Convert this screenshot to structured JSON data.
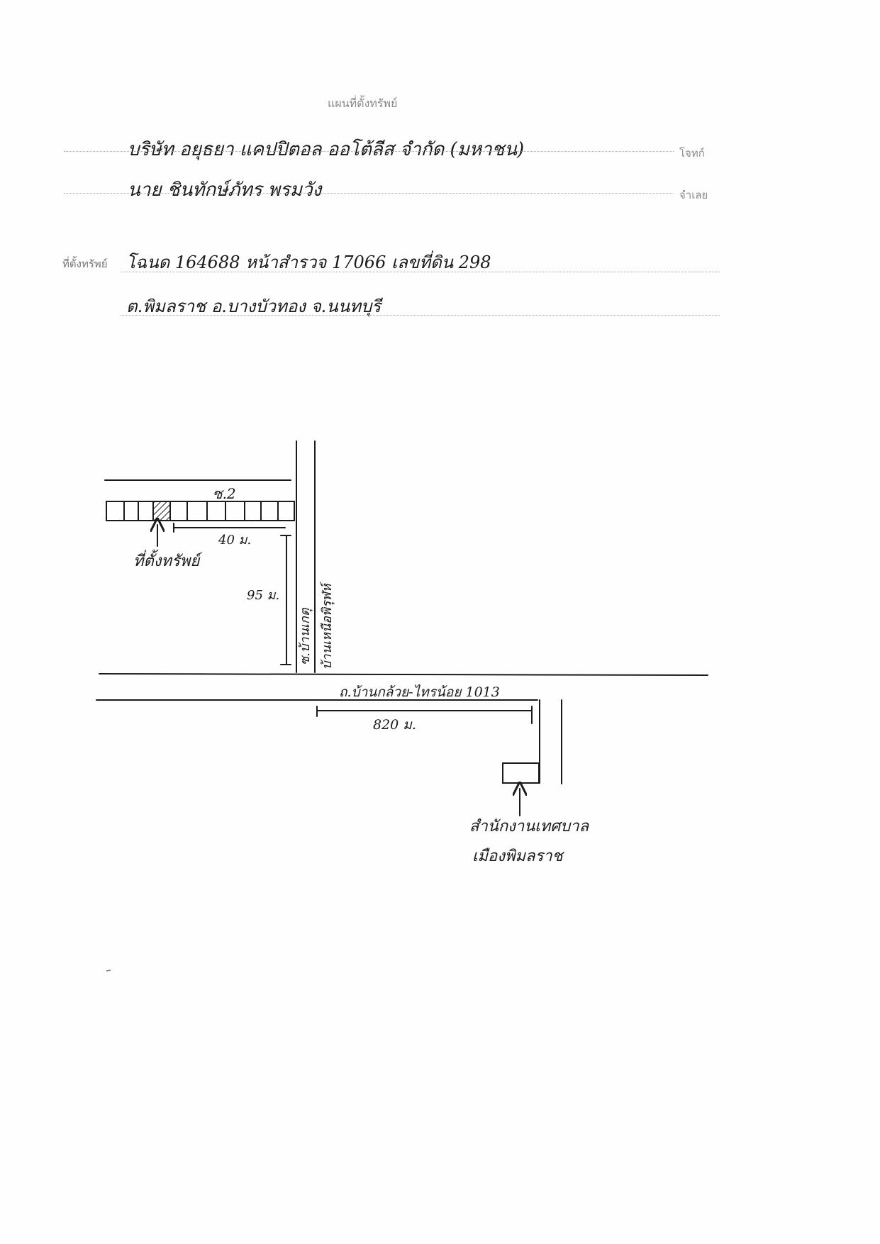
{
  "form": {
    "title": "แผนที่ตั้งทรัพย์",
    "plaintiff_label": "โจทก์",
    "defendant_label": "จำเลย",
    "location_label": "ที่ตั้งทรัพย์"
  },
  "handwriting": {
    "plaintiff_name": "บริษัท อยุธยา แคปปิตอล ออโต้ลีส จำกัด (มหาชน)",
    "defendant_name": "นาย ชินทักษ์ภัทร พรมวัง",
    "location_line1": "โฉนด 164688 หน้าสำรวจ 17066 เลขที่ดิน 298",
    "location_line2": "ต.พิมลราช อ.บางบัวทอง จ.นนทบุรี"
  },
  "map": {
    "soi_2_label": "ซ.2",
    "property_label": "ที่ตั้งทรัพย์",
    "dist_40": "40 ม.",
    "dist_95": "95 ม.",
    "soi_bankeng_label": "ซ.บ้านเกตุ",
    "village_label": "บ้านเหนือพิรุฬห์",
    "main_road_label": "ถ.บ้านกล้วย-ไทรน้อย 1013",
    "dist_820": "820 ม.",
    "office_label_line1": "สำนักงานเทศบาล",
    "office_label_line2": "เมืองพิมลราช"
  }
}
